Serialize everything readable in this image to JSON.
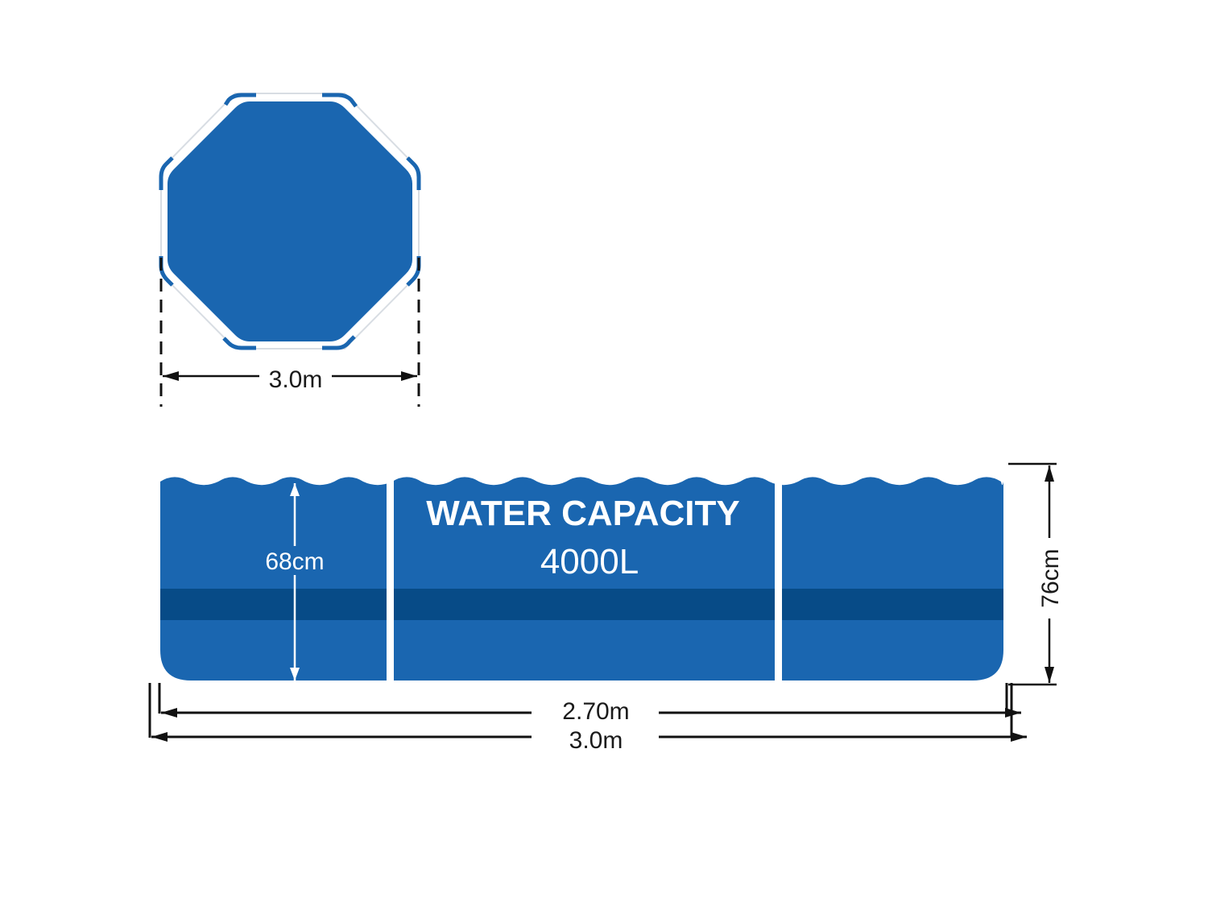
{
  "colors": {
    "pool_blue": "#1a66b0",
    "band_blue": "#074b87",
    "outline": "#111111",
    "background": "#ffffff"
  },
  "top_view": {
    "shape": "octagon",
    "width_label": "3.0m"
  },
  "side_view": {
    "capacity_title": "WATER CAPACITY",
    "capacity_value": "4000L",
    "water_depth_label": "68cm",
    "wall_height_label": "76cm",
    "inner_width_label": "2.70m",
    "outer_width_label": "3.0m"
  }
}
